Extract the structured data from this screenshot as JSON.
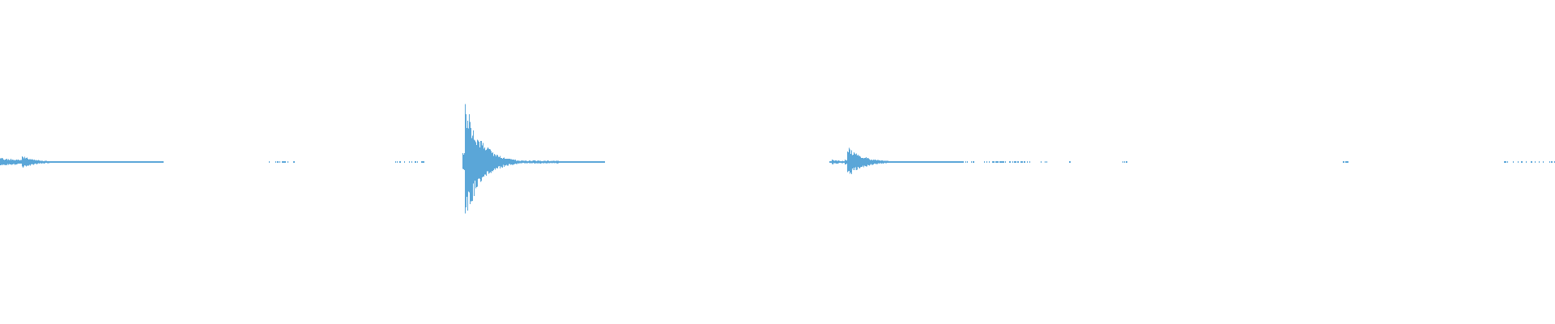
{
  "waveform": {
    "color": "#5aa6d8",
    "background": "#ffffff",
    "amplitude_scale": "peak-normalized",
    "bursts": [
      {
        "position": 0.0,
        "amplitude": 0.07,
        "decay": 0.02,
        "tail": 0.045,
        "sparse": false
      },
      {
        "position": 0.014,
        "amplitude": 0.1,
        "decay": 0.01,
        "tail": 0.03,
        "sparse": false
      },
      {
        "position": 0.173,
        "amplitude": 0.01,
        "decay": 0.004,
        "tail": 0.006,
        "sparse": true
      },
      {
        "position": 0.254,
        "amplitude": 0.01,
        "decay": 0.004,
        "tail": 0.01,
        "sparse": true
      },
      {
        "position": 0.299,
        "amplitude": 1.0,
        "decay": 0.01,
        "tail": 0.06,
        "sparse": false
      },
      {
        "position": 0.385,
        "amplitude": 0.01,
        "decay": 0.001,
        "tail": 0.002,
        "sparse": true
      },
      {
        "position": 0.535,
        "amplitude": 0.04,
        "decay": 0.008,
        "tail": 0.01,
        "sparse": false
      },
      {
        "position": 0.545,
        "amplitude": 0.25,
        "decay": 0.01,
        "tail": 0.045,
        "sparse": false
      },
      {
        "position": 0.59,
        "amplitude": 0.01,
        "decay": 0.006,
        "tail": 0.055,
        "sparse": true
      },
      {
        "position": 0.669,
        "amplitude": 0.01,
        "decay": 0.001,
        "tail": 0.002,
        "sparse": true
      },
      {
        "position": 0.687,
        "amplitude": 0.01,
        "decay": 0.001,
        "tail": 0.003,
        "sparse": true
      },
      {
        "position": 0.72,
        "amplitude": 0.01,
        "decay": 0.001,
        "tail": 0.002,
        "sparse": true
      },
      {
        "position": 0.863,
        "amplitude": 0.01,
        "decay": 0.001,
        "tail": 0.002,
        "sparse": true
      },
      {
        "position": 0.965,
        "amplitude": 0.01,
        "decay": 0.006,
        "tail": 0.02,
        "sparse": true
      },
      {
        "position": 0.996,
        "amplitude": 0.01,
        "decay": 0.001,
        "tail": 0.003,
        "sparse": true
      }
    ]
  }
}
